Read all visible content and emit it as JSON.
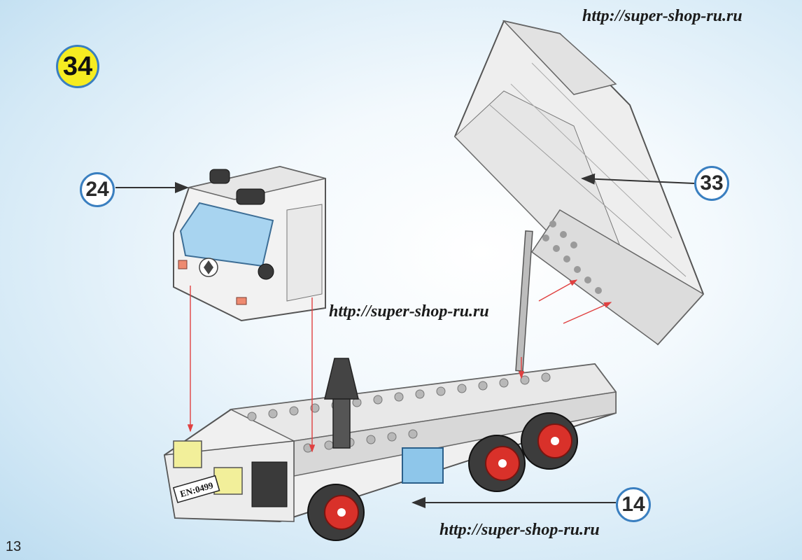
{
  "step_number": "34",
  "callouts": {
    "cab": "24",
    "dump_bed": "33",
    "chassis": "14"
  },
  "watermarks": [
    "http://super-shop-ru.ru",
    "http://super-shop-ru.ru",
    "http://super-shop-ru.ru"
  ],
  "license_plate": "EN:0499",
  "page_number": "13",
  "colors": {
    "badge_yellow": "#f6ec21",
    "callout_border": "#3a7fc0",
    "wheel_red": "#d9312a",
    "guide_line_red": "#e04040"
  }
}
